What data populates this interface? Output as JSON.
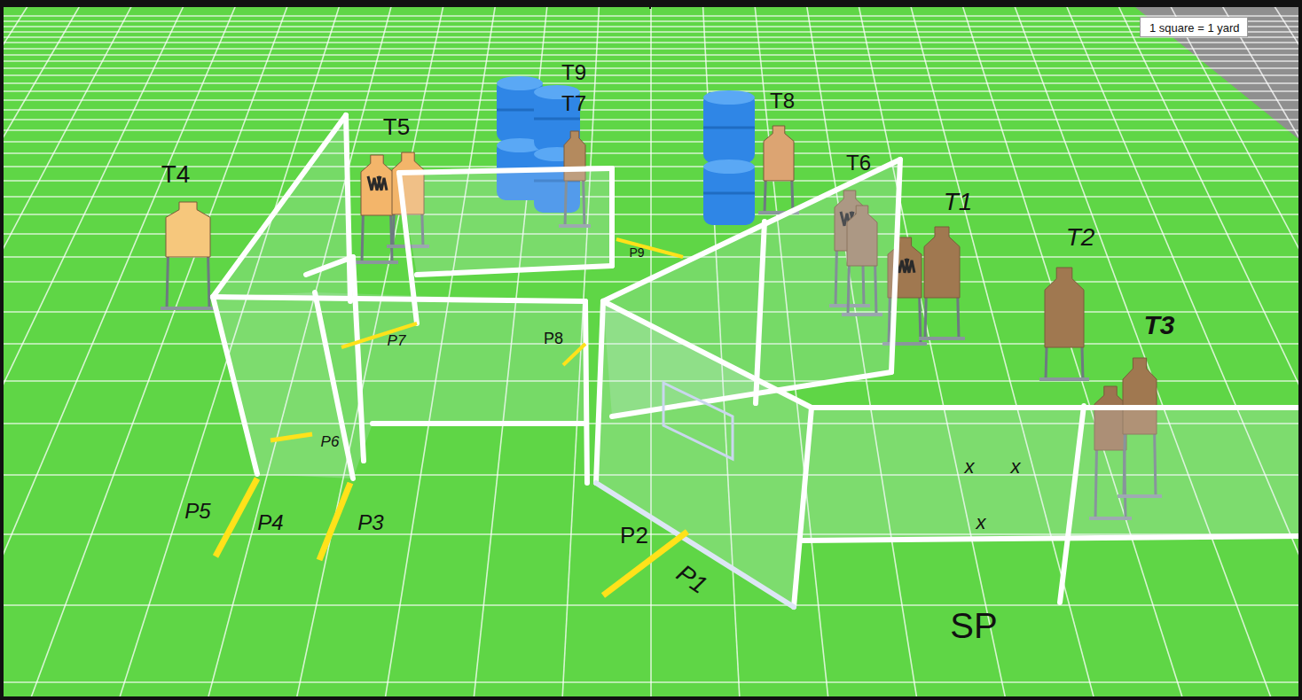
{
  "diagram": {
    "nodes": [
      {
        "text": [
          "1 square = 1 yard"
        ]
      }
    ],
    "labels": [
      "T9",
      "T7",
      "T8",
      "T5",
      "T4",
      "T6",
      "T1",
      "T2",
      "T3",
      "P9",
      "P7",
      "P8",
      "P6",
      "P5",
      "P4",
      "P3",
      "P2",
      "P1",
      "x",
      "x",
      "x",
      "SP"
    ]
  }
}
